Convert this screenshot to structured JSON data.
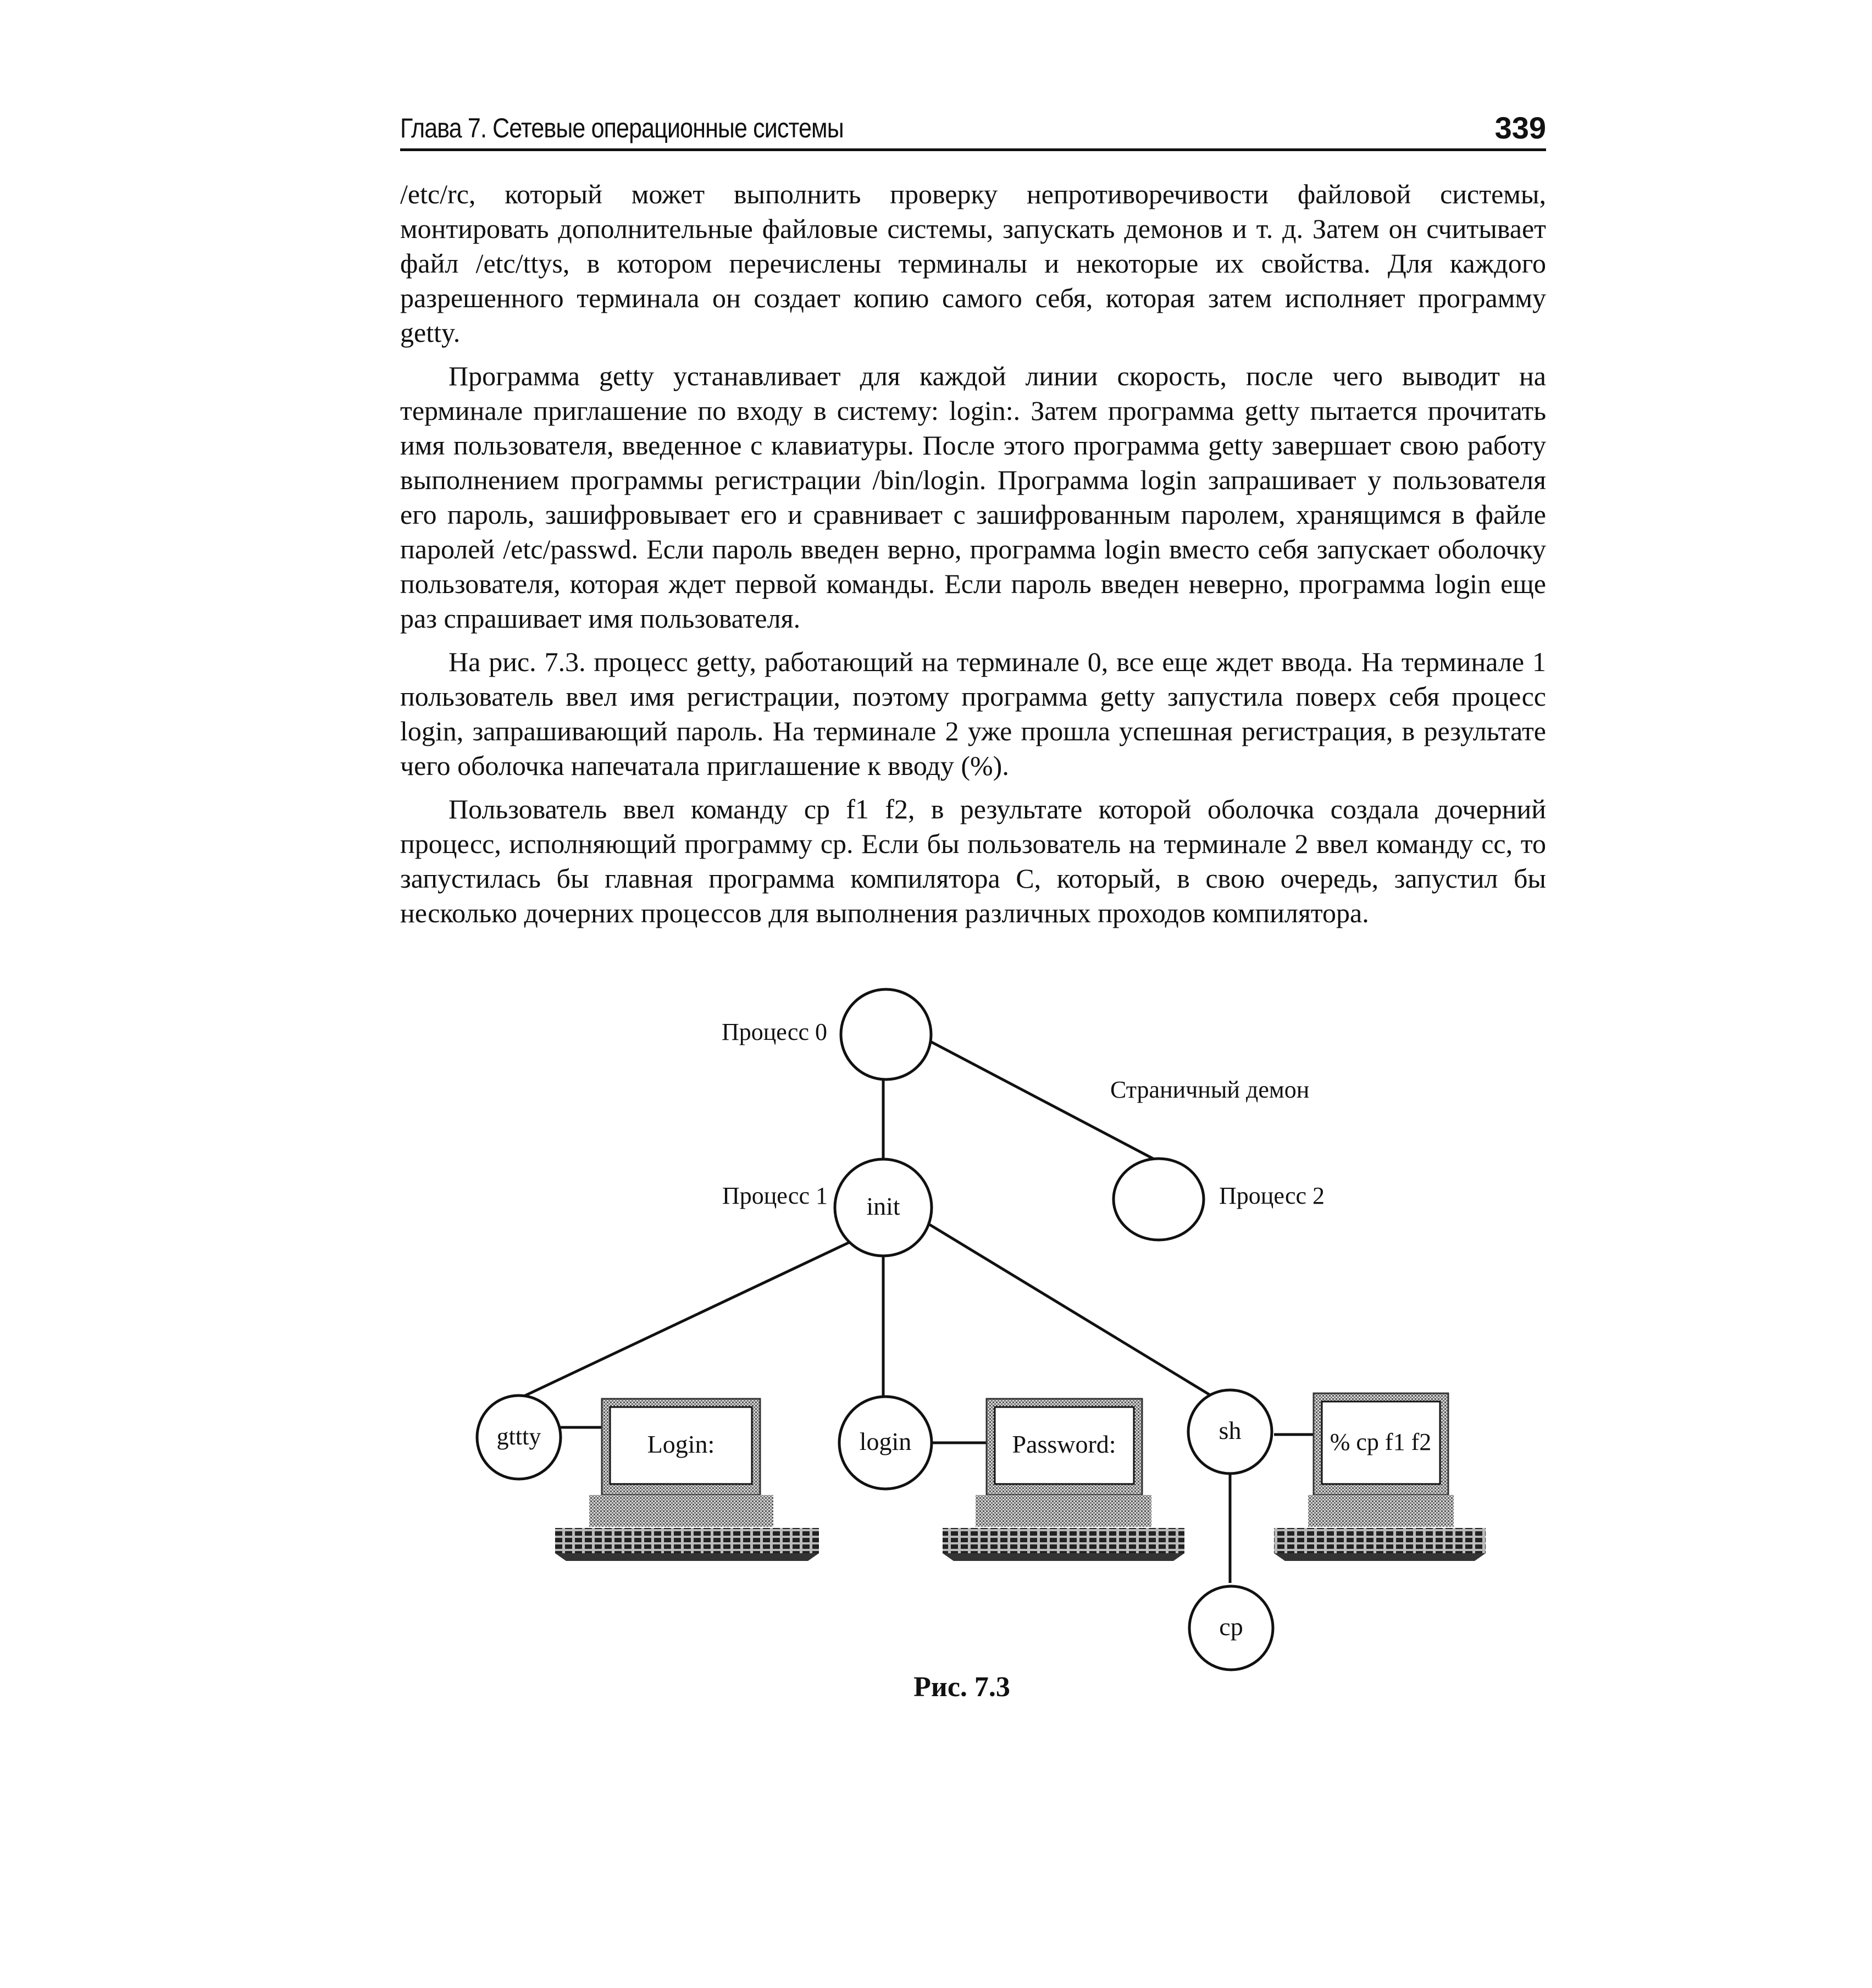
{
  "header": {
    "chapter_title": "Глава 7. Сетевые операционные системы",
    "page_number": "339"
  },
  "paragraphs": [
    "/etc/rc, который может выполнить проверку непротиворечивости файловой системы, монтировать дополнительные файловые системы, запускать демонов и т. д. Затем он считывает файл /etc/ttys, в котором перечислены терминалы и некоторые их свойства. Для каждого разрешенного терминала он создает копию самого себя, которая затем исполняет программу getty.",
    "Программа getty устанавливает для каждой линии скорость, после чего выводит на терминале приглашение по входу в систему: login:. Затем программа getty пытается прочитать имя пользователя, введенное с клавиатуры. После этого программа getty завершает свою работу выполнением программы регистрации /bin/login. Программа login запрашивает у пользователя его пароль, зашифровывает его и сравнивает с зашифрованным паролем, хранящимся в файле паролей /etc/passwd. Если пароль введен верно, программа login вместо себя запускает оболочку пользователя, которая ждет первой команды. Если пароль введен неверно, программа login еще раз спрашивает имя пользователя.",
    "На рис. 7.3. процесс getty, работающий на терминале 0, все еще ждет ввода. На терминале 1 пользователь ввел имя регистрации, поэтому программа getty запустила поверх себя процесс login, запрашивающий пароль. На терминале 2 уже прошла успешная регистрация, в результате чего оболочка напечатала приглашение к вводу (%).",
    "Пользователь ввел команду cp f1 f2, в результате которой оболочка создала дочерний процесс, исполняющий программу cp. Если бы пользователь на терминале 2 ввел команду cc, то запустилась бы главная программа компилятора С, который, в свою очередь, запустил бы несколько дочерних процессов для выполнения различных проходов компилятора."
  ],
  "figure": {
    "labels": {
      "process0": "Процесс 0",
      "process1": "Процесс 1",
      "process2": "Процесс 2",
      "page_daemon": "Страничный демон"
    },
    "nodes": {
      "init": "init",
      "gttty": "gttty",
      "login": "login",
      "sh": "sh",
      "cp": "cp"
    },
    "screens": {
      "terminal0": "Login:",
      "terminal1": "Password:",
      "terminal2": "% cp f1 f2"
    },
    "caption": "Рис. 7.3"
  }
}
